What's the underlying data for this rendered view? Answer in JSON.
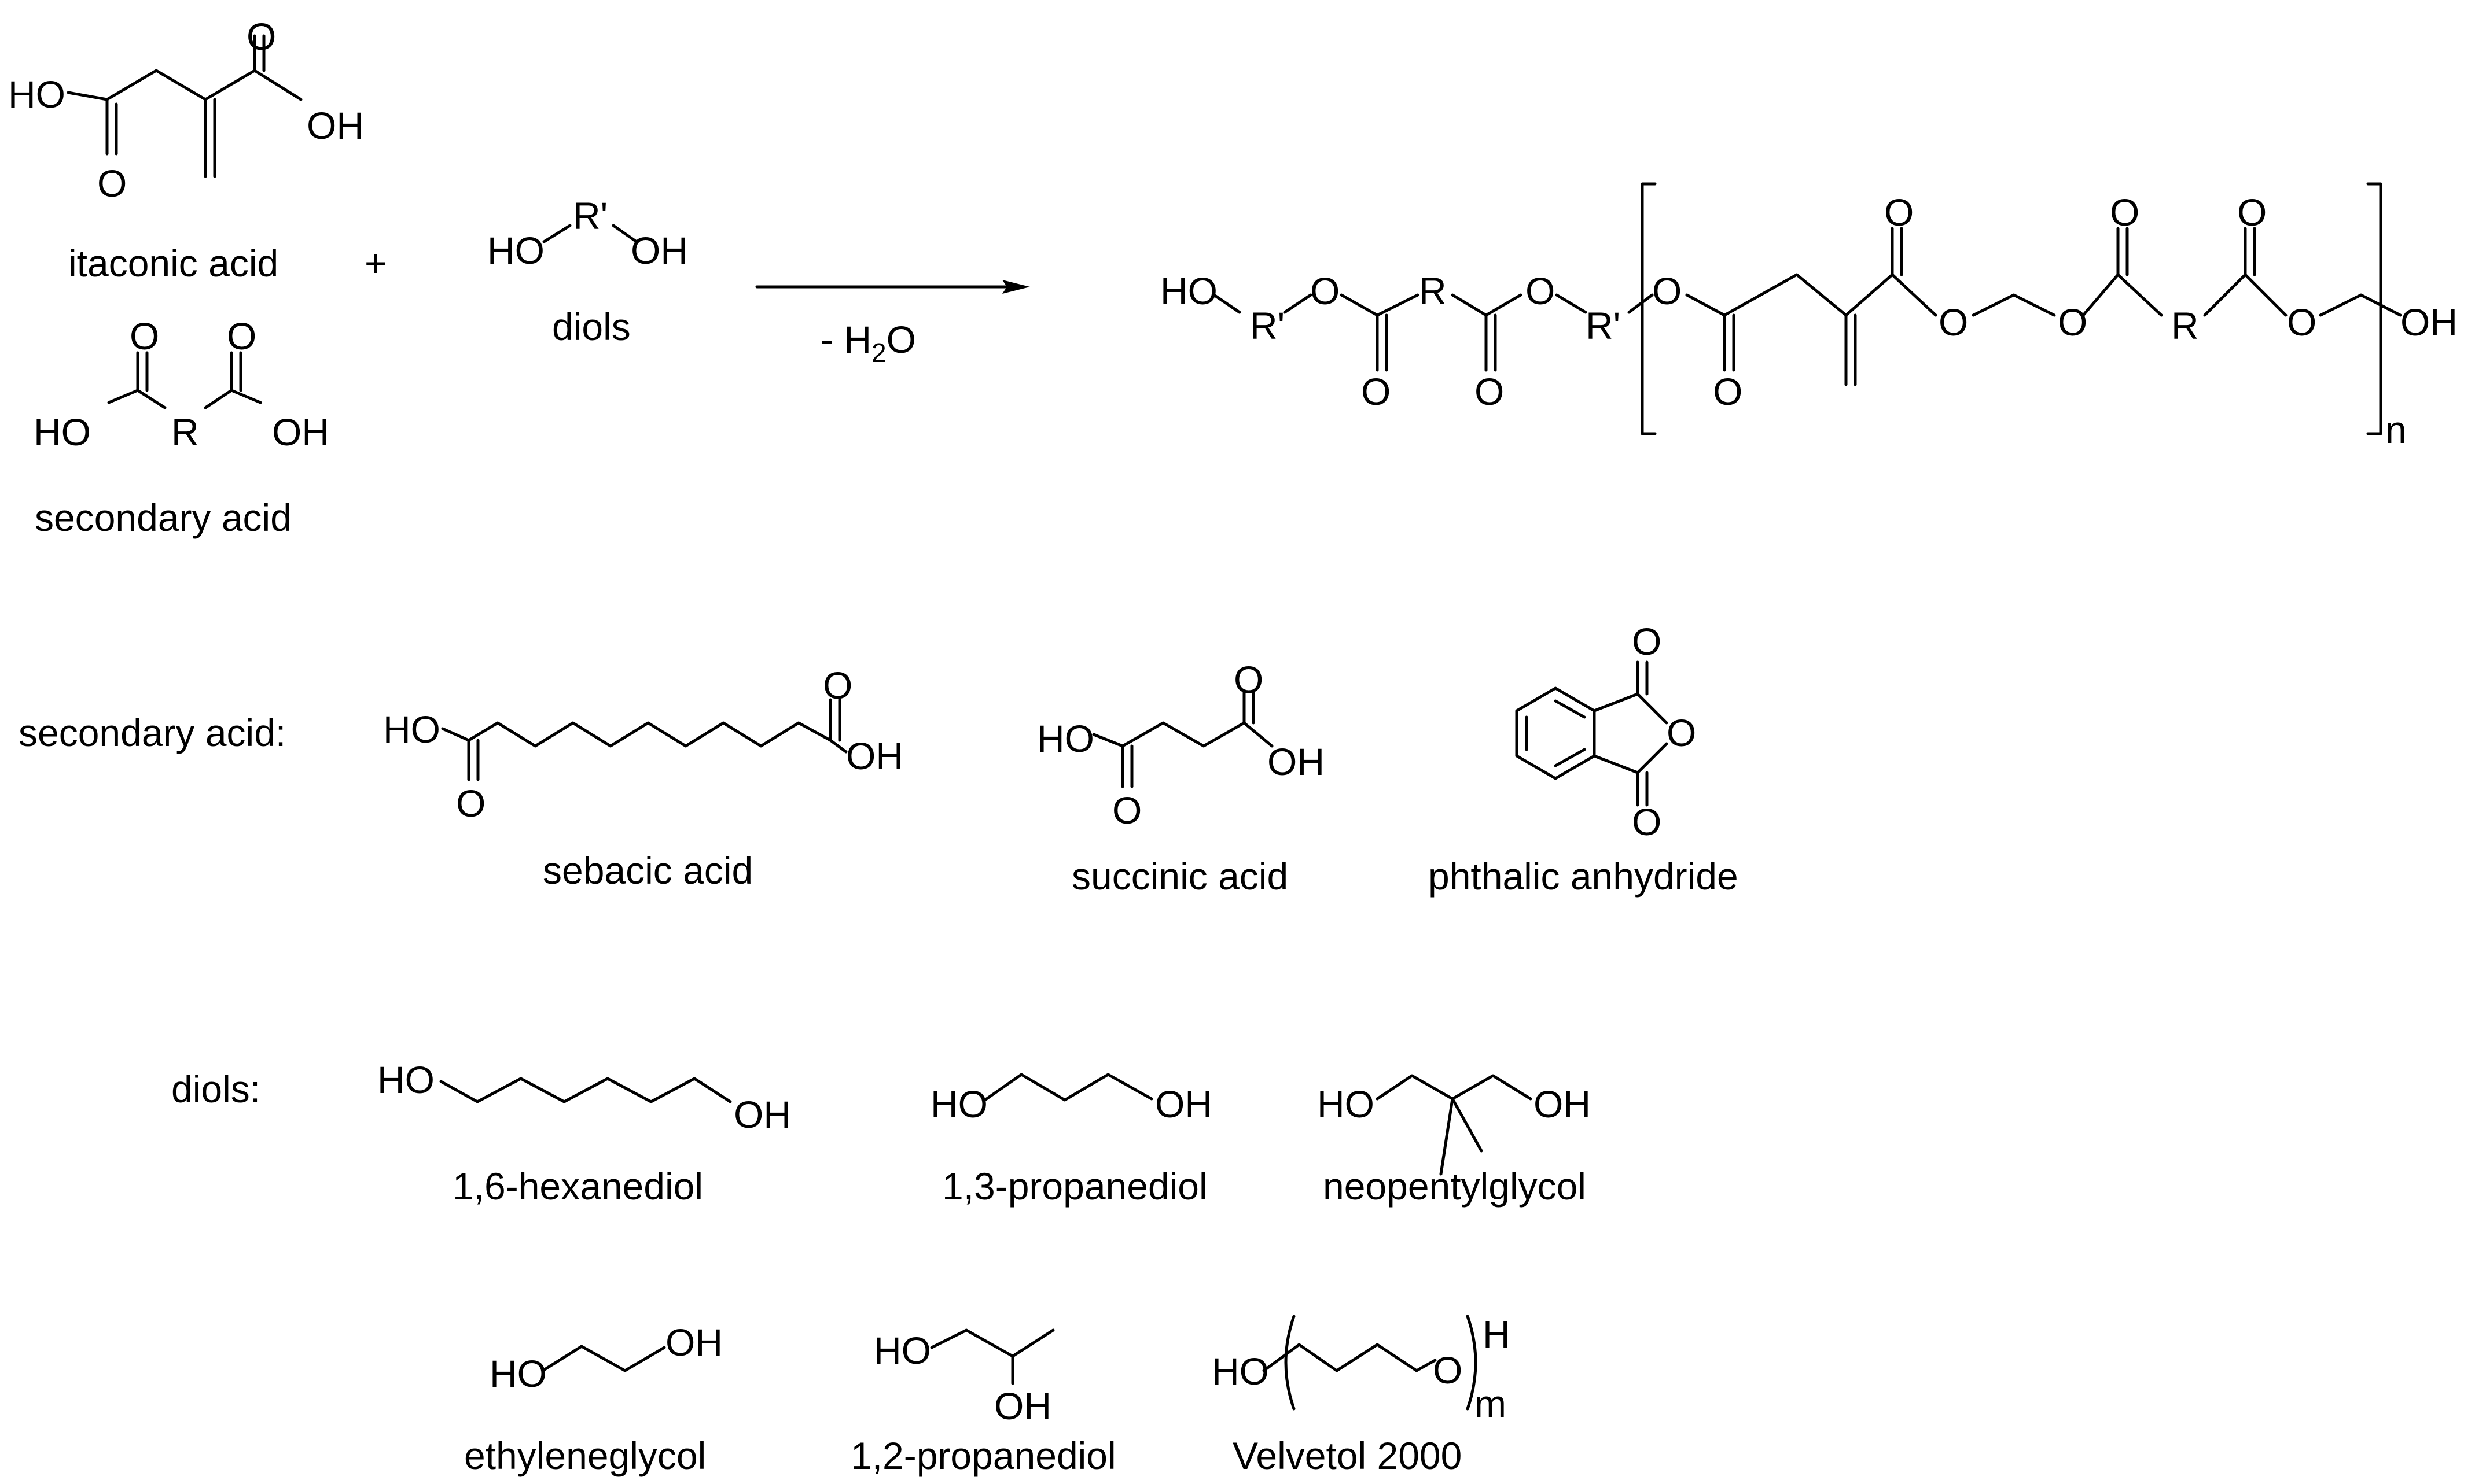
{
  "reaction": {
    "reactant1_name": "itaconic acid",
    "plus": "+",
    "reactant2_name": "diols",
    "reactant3_name": "secondary acid",
    "condition_prefix": "- H",
    "condition_sub": "2",
    "condition_suffix": "O",
    "polymer_repeat": "n"
  },
  "groups": {
    "R": "R",
    "R_prime": "R'",
    "HO": "HO",
    "OH": "OH",
    "O": "O",
    "H": "H"
  },
  "secondary_acids": {
    "label": "secondary acid:",
    "items": [
      "sebacic acid",
      "succinic acid",
      "phthalic anhydride"
    ]
  },
  "diols": {
    "label": "diols:",
    "items": [
      "1,6-hexanediol",
      "1,3-propanediol",
      "neopentylglycol",
      "ethyleneglycol",
      "1,2-propanediol",
      "Velvetol 2000"
    ],
    "velvetol_repeat": "m"
  }
}
